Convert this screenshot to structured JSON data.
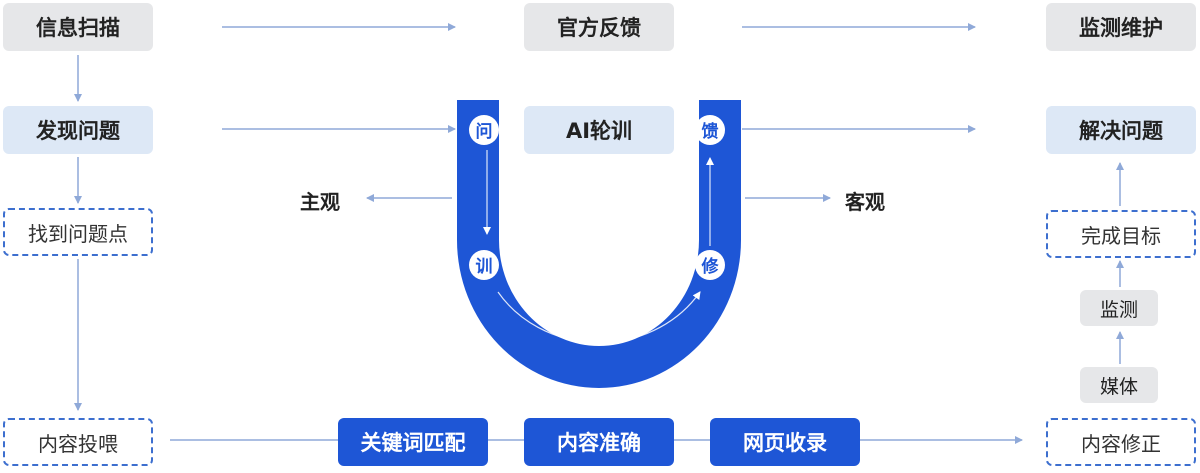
{
  "nodes": {
    "info_scan": "信息扫描",
    "official_feedback": "官方反馈",
    "monitor_maintain": "监测维护",
    "find_problem": "发现问题",
    "ai_training": "AI轮训",
    "solve_problem": "解决问题",
    "find_problem_point": "找到问题点",
    "complete_goal": "完成目标",
    "monitor": "监测",
    "media": "媒体",
    "content_feed": "内容投喂",
    "content_correct": "内容修正",
    "keyword_match": "关键词匹配",
    "content_accurate": "内容准确",
    "web_index": "网页收录"
  },
  "side_labels": {
    "subjective": "主观",
    "objective": "客观"
  },
  "u_circles": [
    "问",
    "训",
    "修",
    "馈"
  ],
  "colors": {
    "primary_blue": "#1e56d6",
    "arrow_blue": "#8fa9d8",
    "grey_box": "#e6e7e9",
    "light_blue_box": "#dde8f6"
  }
}
